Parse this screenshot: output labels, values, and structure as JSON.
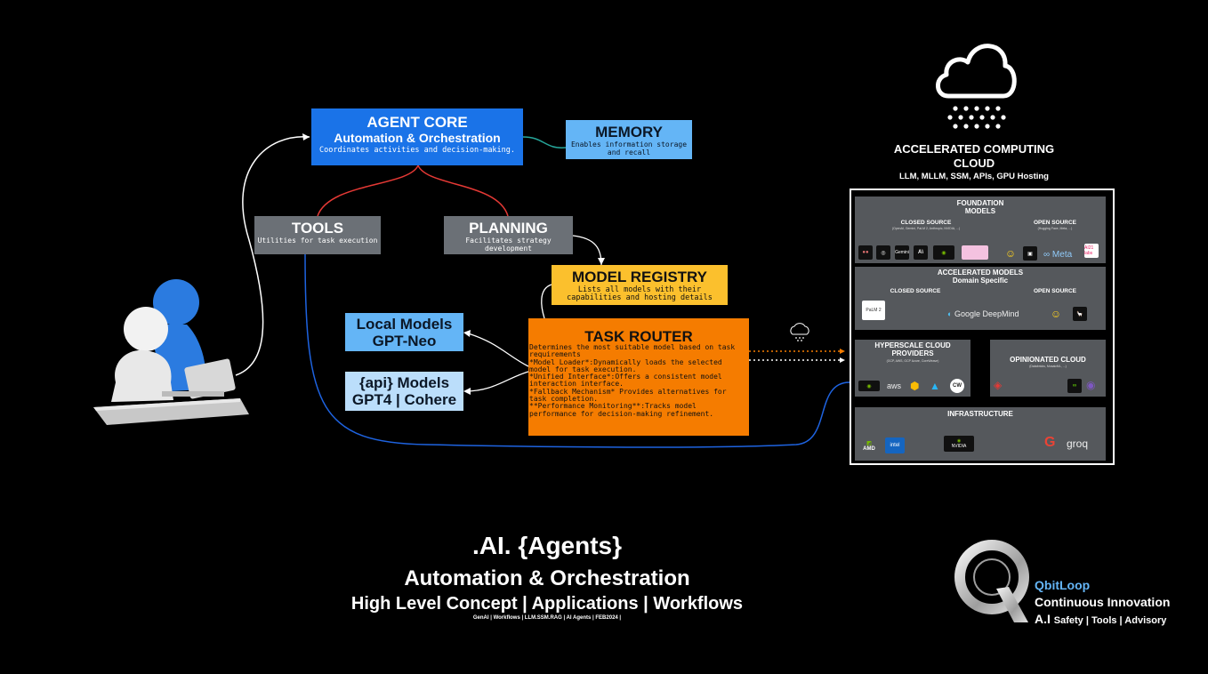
{
  "agent_core": {
    "title": "AGENT CORE",
    "subtitle": "Automation & Orchestration",
    "desc": "Coordinates activities and decision-making."
  },
  "memory": {
    "title": "MEMORY",
    "desc": "Enables information storage and recall"
  },
  "tools": {
    "title": "TOOLS",
    "desc": "Utilities for task execution"
  },
  "planning": {
    "title": "PLANNING",
    "desc": "Facilitates strategy development"
  },
  "model_registry": {
    "title": "MODEL REGISTRY",
    "desc": "Lists all models with their capabilities and hosting details"
  },
  "local_models": {
    "line1": "Local Models",
    "line2": "GPT-Neo"
  },
  "api_models": {
    "line1": "{api} Models",
    "line2": "GPT4 | Cohere"
  },
  "task_router": {
    "title": "TASK ROUTER",
    "desc": "Determines the most suitable model based on task requirements\n*Model Loader*:Dynamically loads the selected model for task execution.\n*Unified Interface*:Offers a consistent model interaction interface.\n*Fallback Mechanism* Provides alternatives for task completion.\n**Performance Monitoring**:Tracks model performance for decision-making refinement."
  },
  "accelerated": {
    "title_line1": "ACCELERATED COMPUTING",
    "title_line2": "CLOUD",
    "subtitle": "LLM, MLLM, SSM, APIs, GPU Hosting"
  },
  "foundation": {
    "title_line1": "FOUNDATION",
    "title_line2": "MODELS",
    "closed_label": "CLOSED SOURCE",
    "closed_note": "(OpenAI, Gemini, PaLM 2, Anthropic, NVIDIA, ...)",
    "open_label": "OPEN SOURCE",
    "open_note": "(Hugging Face, Meta, ...)",
    "meta_text": "Meta",
    "ai21_text": "AI21 labs",
    "gemini_text": "Gemini"
  },
  "accelerated_models": {
    "title": "ACCELERATED MODELS",
    "subtitle": "Domain Specific",
    "closed_label": "CLOSED SOURCE",
    "open_label": "OPEN SOURCE",
    "palm_text": "PaLM 2",
    "deepmind_text": "Google DeepMind"
  },
  "hyperscale": {
    "title_line1": "HYPERSCALE CLOUD",
    "title_line2": "PROVIDERS",
    "note": "(GCP, AWS, GCP Azure, CoreWeave)",
    "aws_text": "aws"
  },
  "opinionated": {
    "title": "OPINIONATED CLOUD",
    "note": "(Databricks, MosaicML, ...)"
  },
  "infrastructure": {
    "title": "INFRASTRUCTURE",
    "amd_text": "AMD",
    "intel_text": "intel",
    "nvidia_text": "NVIDIA",
    "groq_text": "groq"
  },
  "main": {
    "title": ".AI. {Agents}",
    "subtitle": "Automation & Orchestration",
    "line": "High Level Concept | Applications |  Workflows",
    "foot": "GenAI |  Workflows | LLM.SSM.RAG | AI Agents     | FEB2024 |"
  },
  "brand": {
    "name": "QbitLoop",
    "tagline": "Continuous Innovation",
    "line_main": "A.I",
    "line_small": "Safety | Tools | Advisory"
  },
  "colors": {
    "agent_core": "#1a73e8",
    "memory": "#64b5f6",
    "tools": "#6b7076",
    "registry": "#fbc02d",
    "router": "#f57c00",
    "api": "#bbdefb",
    "red_link": "#e53935",
    "blue_link": "#1e63e0",
    "green_link": "#26a69a"
  }
}
